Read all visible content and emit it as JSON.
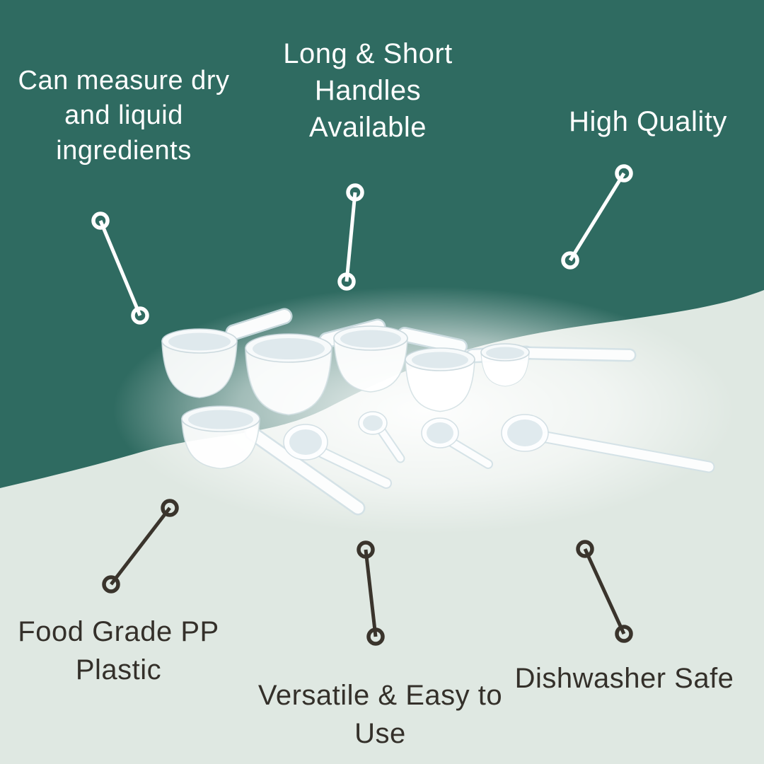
{
  "page": {
    "colors": {
      "background_top": "#2F6B61",
      "background_bottom": "#DFE8E2",
      "text_on_dark": "#FFFFFF",
      "text_on_light": "#34302A",
      "connector_light": "#FFFFFF",
      "connector_dark": "#3A342C"
    }
  },
  "callouts": {
    "measure": {
      "text": "Can measure dry\nand liquid\ningredients"
    },
    "handles": {
      "text": "Long & Short\nHandles\nAvailable"
    },
    "quality": {
      "text": "High Quality"
    },
    "food_grade": {
      "text": "Food Grade PP\nPlastic"
    },
    "versatile": {
      "text": "Versatile & Easy to\nUse"
    },
    "dishwasher": {
      "text": "Dishwasher Safe"
    }
  }
}
